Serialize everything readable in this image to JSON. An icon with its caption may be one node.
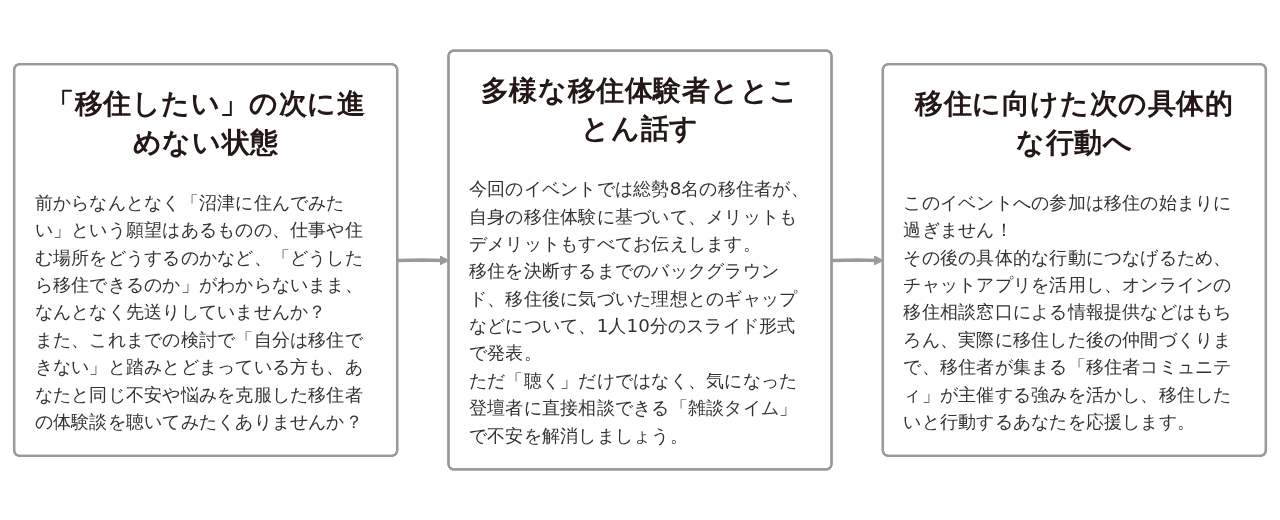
{
  "diagram": {
    "nodes": [
      {
        "text": [
          "「移住したい」の次に進めない状態",
          "前からなんとなく「沼津に住んでみたい」という願望はあるものの、仕事や住む場所をどうするのかなど、「どうしたら移住できるのか」がわからないまま、なんとなく先送りしていませんか？",
          "また、これまでの検討で「自分は移住できない」と踏みとどまっている方も、あなたと同じ不安や悩みを克服した移住者の体験談を聴いてみたくありませんか？"
        ]
      },
      {
        "text": [
          "多様な移住体験者ととことん話す",
          "今回のイベントでは総勢8名の移住者が、自身の移住体験に基づいて、メリットもデメリットもすべてお伝えします。",
          "移住を決断するまでのバックグラウンド、移住後に気づいた理想とのギャップなどについて、1人10分のスライド形式で発表。",
          "ただ「聴く」だけではなく、気になった登壇者に直接相談できる「雑談タイム」で不安を解消しましょう。"
        ]
      },
      {
        "text": [
          "移住に向けた次の具体的な行動へ",
          "このイベントへの参加は移住の始まりに過ぎません！",
          "その後の具体的な行動につなげるため、チャットアプリを活用し、オンラインの移住相談窓口による情報提供などはもちろん、実際に移住した後の仲間づくりまで、移住者が集まる「移住者コミュニティ」が主催する強みを活かし、移住したいと行動するあなたを応援します。"
        ]
      }
    ],
    "edges": [
      {
        "from": 0,
        "to": 1,
        "arrow": "to"
      },
      {
        "from": 1,
        "to": 2,
        "arrow": "to"
      }
    ]
  }
}
